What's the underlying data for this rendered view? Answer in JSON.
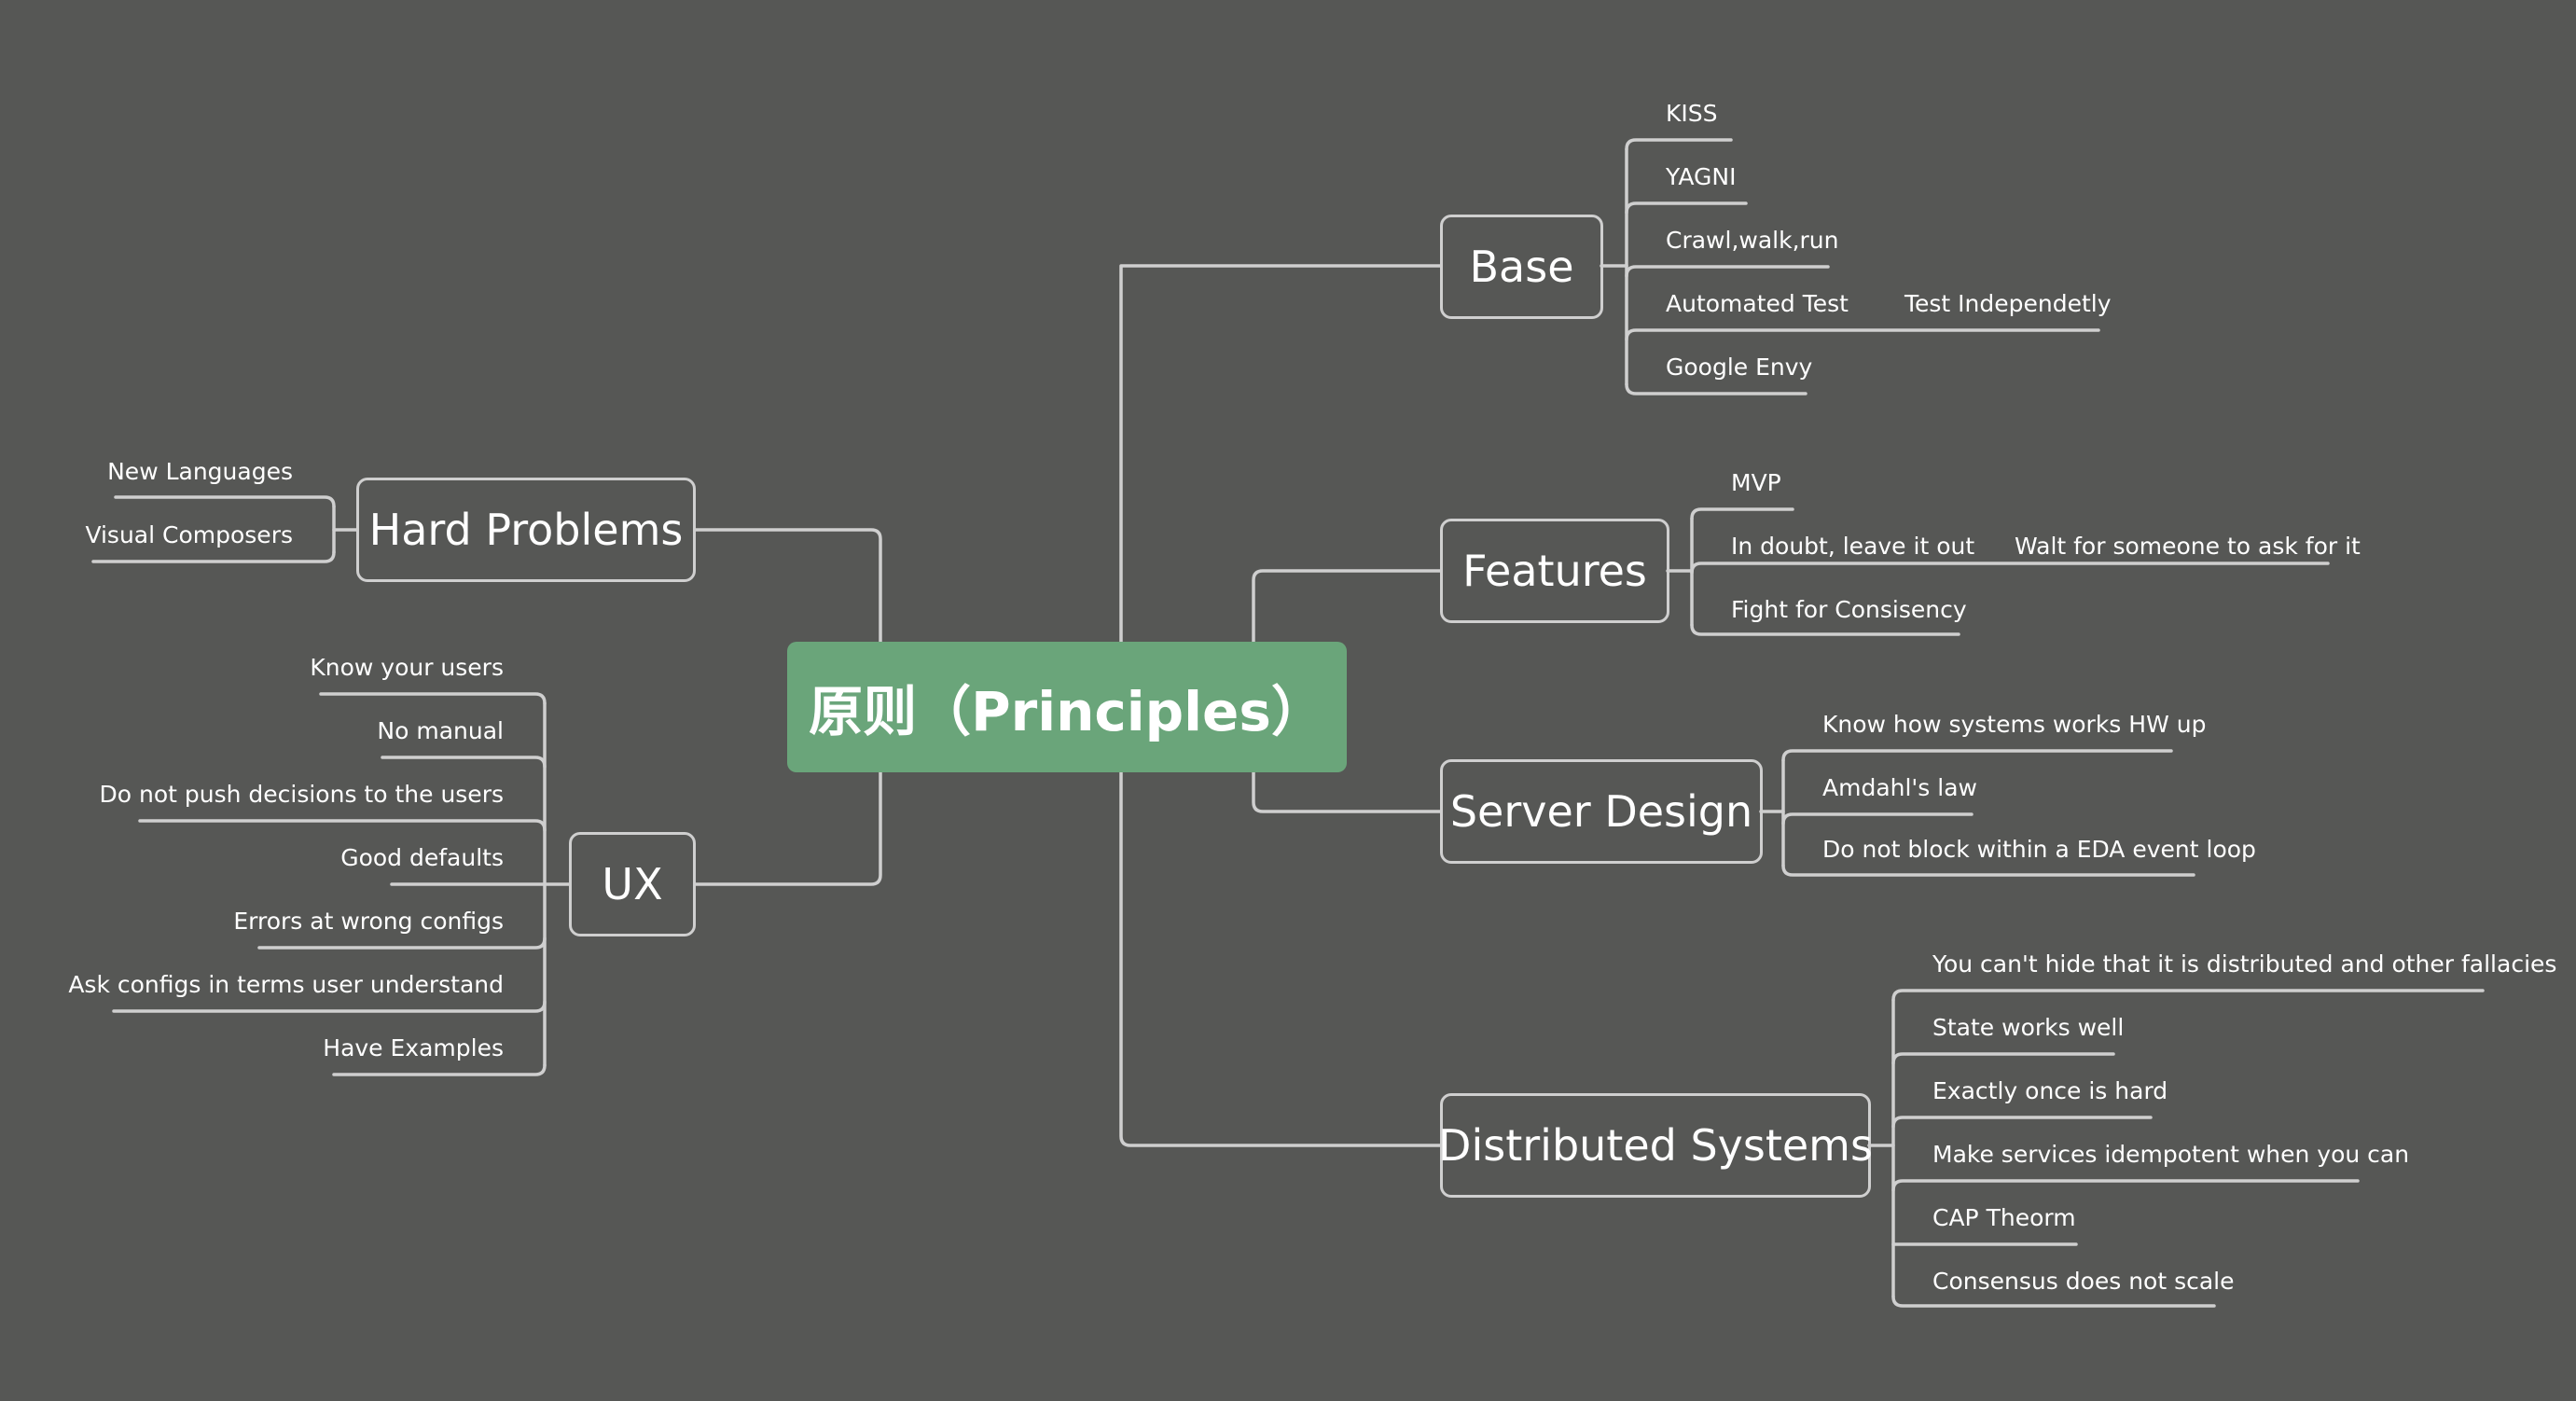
{
  "root": {
    "label": "原则（Principles）"
  },
  "branches": {
    "base": {
      "label": "Base",
      "items": [
        "KISS",
        "YAGNI",
        "Crawl,walk,run",
        "Automated Test",
        "Google Envy"
      ],
      "sub": "Test Independetly"
    },
    "features": {
      "label": "Features",
      "items": [
        "MVP",
        "In doubt, leave it out",
        "Fight for Consisency"
      ],
      "sub": "Walt for someone to ask for it"
    },
    "server": {
      "label": "Server Design",
      "items": [
        "Know how systems works HW up",
        "Amdahl's law",
        "Do not block within a EDA event loop"
      ]
    },
    "distributed": {
      "label": "Distributed Systems",
      "items": [
        "You can't hide that it is distributed and other fallacies",
        "State works well",
        "Exactly once is hard",
        "Make services idempotent when you can",
        "CAP Theorm",
        "Consensus does not scale"
      ]
    },
    "hard": {
      "label": "Hard Problems",
      "items": [
        "New Languages",
        "Visual Composers"
      ]
    },
    "ux": {
      "label": "UX",
      "items": [
        "Know your users",
        "No manual",
        "Do not push decisions to the users",
        "Good defaults",
        "Errors at wrong configs",
        "Ask configs in terms user understand",
        "Have Examples"
      ]
    }
  }
}
